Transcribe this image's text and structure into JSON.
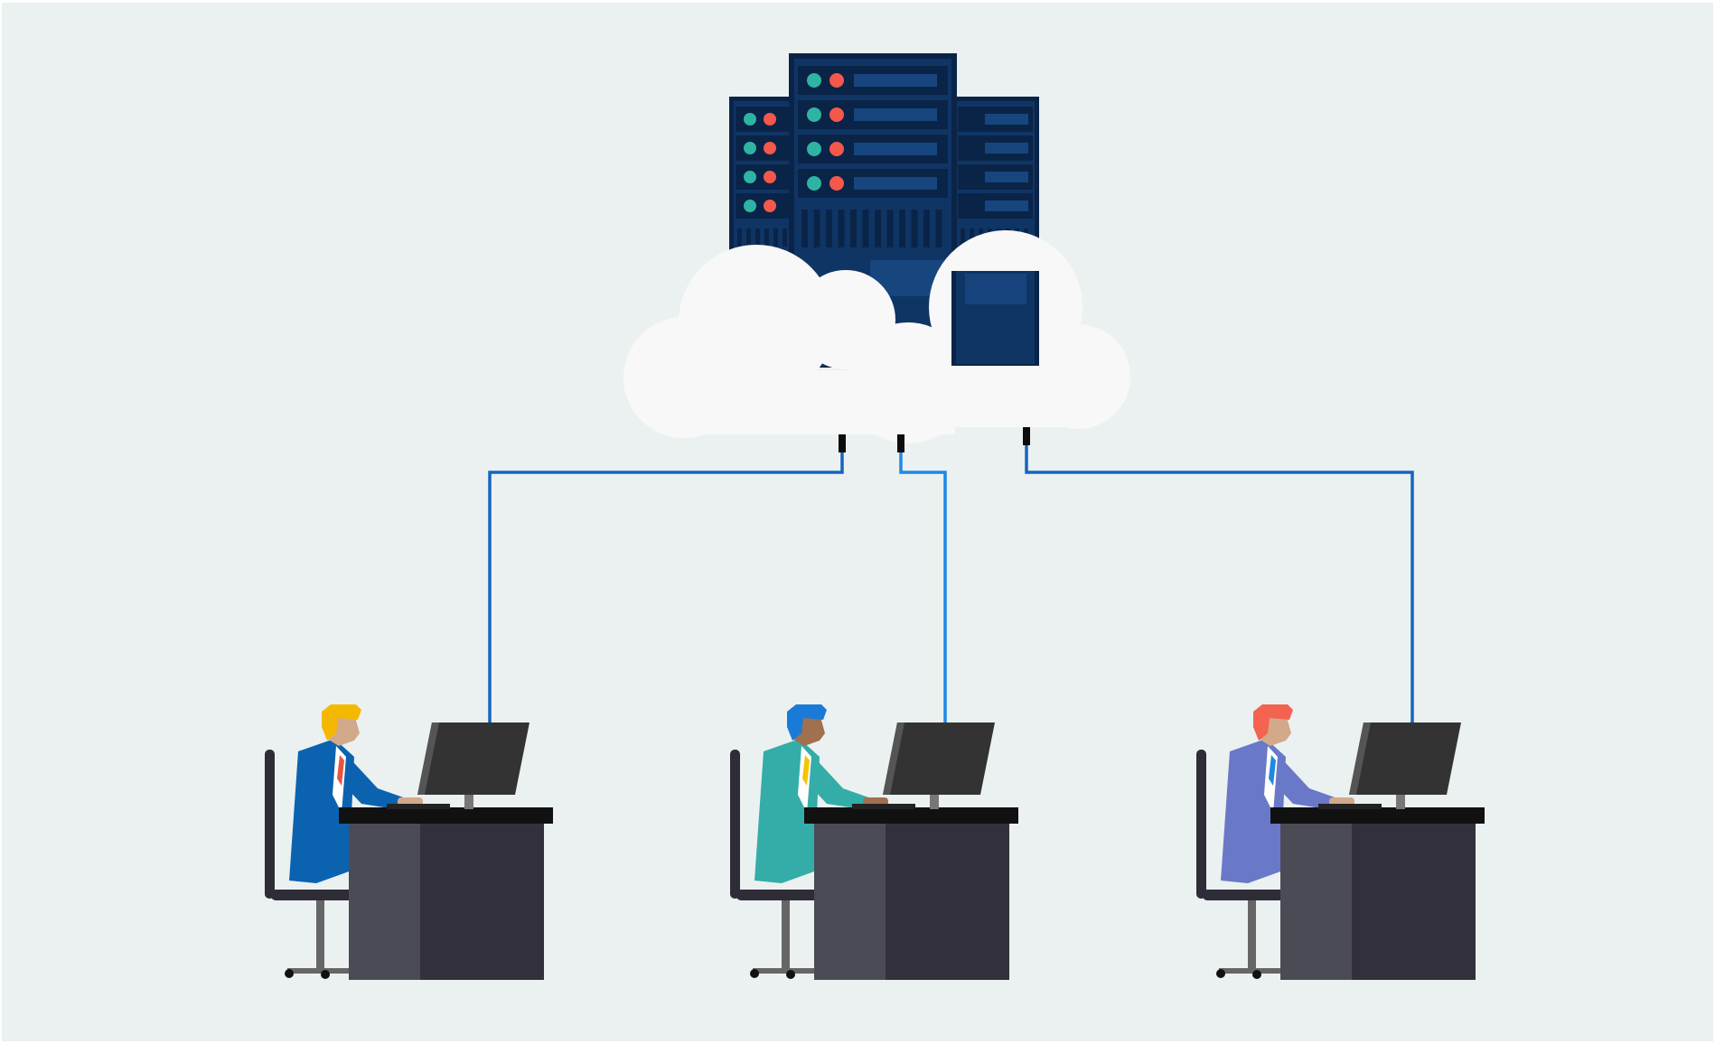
{
  "colors": {
    "background": "#ebf1f1",
    "frame": "#ffffff",
    "cloud": "#f8f8f8",
    "server_dark": "#0a2448",
    "server_mid": "#0f3565",
    "server_panel": "#17457e",
    "led_teal": "#2fb3a3",
    "led_red": "#f4584a",
    "cable_primary": "#1565c0",
    "cable_light": "#1e88e5",
    "desk_front": "#4b4b55",
    "desk_side": "#32313b",
    "desk_top": "#111111",
    "monitor": "#333333",
    "chair": "#2e2d37",
    "chair_base": "#666666",
    "skin_light": "#d3a98c",
    "skin_dark": "#a0704f"
  },
  "icons": {
    "server": "server-rack-icon",
    "cloud": "cloud-icon",
    "workstation": "desk-worker-icon"
  },
  "workers": [
    {
      "id": "left",
      "hair": "#f5b800",
      "jacket": "#0b63b0",
      "tie": "#e8553f",
      "skin": "light"
    },
    {
      "id": "center",
      "hair": "#1a7ad8",
      "jacket": "#34ada8",
      "tie": "#f5c400",
      "skin": "dark"
    },
    {
      "id": "right",
      "hair": "#f4634f",
      "jacket": "#6a78c8",
      "tie": "#1e88e5",
      "skin": "light"
    }
  ]
}
